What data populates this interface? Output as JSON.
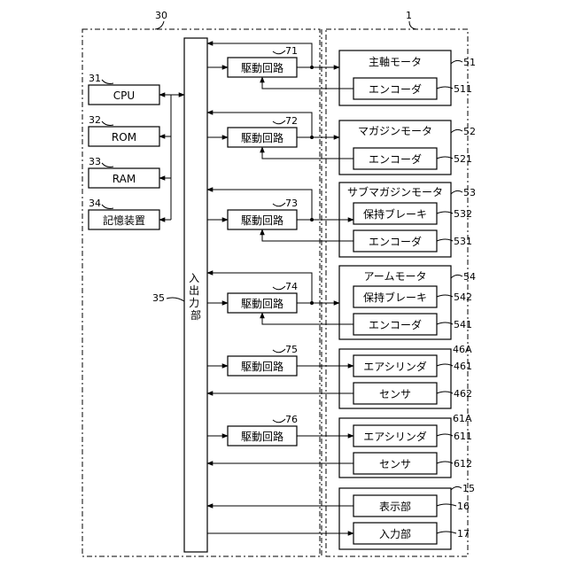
{
  "frames": {
    "controller_ref": "30",
    "machine_ref": "1"
  },
  "io": {
    "label": "入出力部",
    "ref": "35"
  },
  "memory": [
    {
      "label": "CPU",
      "ref": "31"
    },
    {
      "label": "ROM",
      "ref": "32"
    },
    {
      "label": "RAM",
      "ref": "33"
    },
    {
      "label": "記憶装置",
      "ref": "34"
    }
  ],
  "drivers": [
    {
      "label": "駆動回路",
      "ref": "71"
    },
    {
      "label": "駆動回路",
      "ref": "72"
    },
    {
      "label": "駆動回路",
      "ref": "73"
    },
    {
      "label": "駆動回路",
      "ref": "74"
    },
    {
      "label": "駆動回路",
      "ref": "75"
    },
    {
      "label": "駆動回路",
      "ref": "76"
    }
  ],
  "devices": [
    {
      "title": "主軸モータ",
      "ref": "51",
      "subs": [
        {
          "label": "エンコーダ",
          "ref": "511"
        }
      ]
    },
    {
      "title": "マガジンモータ",
      "ref": "52",
      "subs": [
        {
          "label": "エンコーダ",
          "ref": "521"
        }
      ]
    },
    {
      "title": "サブマガジンモータ",
      "ref": "53",
      "subs": [
        {
          "label": "保持ブレーキ",
          "ref": "532"
        },
        {
          "label": "エンコーダ",
          "ref": "531"
        }
      ]
    },
    {
      "title": "アームモータ",
      "ref": "54",
      "subs": [
        {
          "label": "保持ブレーキ",
          "ref": "542"
        },
        {
          "label": "エンコーダ",
          "ref": "541"
        }
      ]
    },
    {
      "title": "",
      "ref": "46A",
      "subs": [
        {
          "label": "エアシリンダ",
          "ref": "461"
        },
        {
          "label": "センサ",
          "ref": "462"
        }
      ]
    },
    {
      "title": "",
      "ref": "61A",
      "subs": [
        {
          "label": "エアシリンダ",
          "ref": "611"
        },
        {
          "label": "センサ",
          "ref": "612"
        }
      ]
    },
    {
      "title": "",
      "ref": "15",
      "subs": [
        {
          "label": "表示部",
          "ref": "16"
        },
        {
          "label": "入力部",
          "ref": "17"
        }
      ]
    }
  ]
}
